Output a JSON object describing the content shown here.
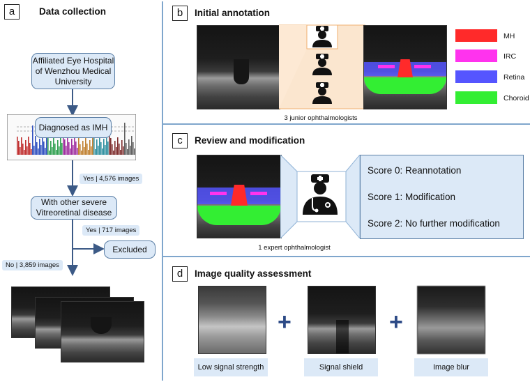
{
  "panels": {
    "a": {
      "letter": "a",
      "title": "Data collection"
    },
    "b": {
      "letter": "b",
      "title": "Initial annotation"
    },
    "c": {
      "letter": "c",
      "title": "Review and modification"
    },
    "d": {
      "letter": "d",
      "title": "Image quality assessment"
    }
  },
  "flow": {
    "source": "Affiliated Eye Hospital of Wenzhou Medical University",
    "diagnosed": "Diagnosed as IMH",
    "yes1": "Yes | 4,576 images",
    "other": "With other severe Vitreoretinal disease",
    "yes2": "Yes | 717 images",
    "excluded": "Excluded",
    "no": "No | 3,859 images"
  },
  "annotation": {
    "caption": "3 junior ophthalmologists",
    "legend": [
      {
        "label": "MH",
        "color": "#ff2a2a"
      },
      {
        "label": "IRC",
        "color": "#ff33ee"
      },
      {
        "label": "Retina",
        "color": "#5555ff"
      },
      {
        "label": "Choroid",
        "color": "#33ee33"
      }
    ]
  },
  "review": {
    "caption": "1 expert ophthalmologist",
    "scores": [
      "Score 0: Reannotation",
      "Score 1: Modification",
      "Score 2: No further modification"
    ]
  },
  "quality": {
    "items": [
      "Low signal strength",
      "Signal shield",
      "Image blur"
    ],
    "plus": "+"
  },
  "colors": {
    "accent": "#7fa6cc",
    "pill_fill": "#dce9f7",
    "arrow": "#3c5a86",
    "orange": "#f0b070"
  }
}
